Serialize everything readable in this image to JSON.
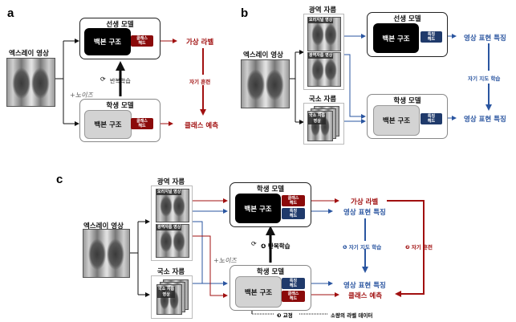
{
  "panels": {
    "a": {
      "letter": "a",
      "input_label": "엑스레이 영상",
      "teacher": {
        "title": "선생 모델",
        "backbone": "백본 구조",
        "head": "클래스\n헤드"
      },
      "student": {
        "title": "학생 모델",
        "backbone": "백본 구조",
        "head": "클래스\n헤드"
      },
      "noise_label": "+노이즈",
      "iterate_label": "반복학습",
      "pseudo_label": "가상 라벨",
      "self_training": "자기 훈련",
      "class_prediction": "클래스 예측"
    },
    "b": {
      "letter": "b",
      "input_label": "엑스레이 영상",
      "global_crop_title": "광역 자름",
      "original_tag": "오리지널 영상",
      "global_tag": "광역자름 영상",
      "local_crop_title": "국소 자름",
      "local_tag": "국소 자름\n영상",
      "teacher": {
        "title": "선생 모델",
        "backbone": "백본 구조",
        "head": "특징\n헤드"
      },
      "student": {
        "title": "학생 모델",
        "backbone": "백본 구조",
        "head": "특징\n헤드"
      },
      "feature_top": "영상 표현 특징",
      "feature_bottom": "영상 표현 특징",
      "self_supervised": "자기 지도 학습"
    },
    "c": {
      "letter": "c",
      "input_label": "엑스레이 영상",
      "global_crop_title": "광역 자름",
      "original_tag": "오리지널 영상",
      "global_tag": "광역자름 영상",
      "local_crop_title": "국소 자름",
      "local_tag": "국소 자름\n영상",
      "top_model": {
        "title": "학생 모델",
        "backbone": "백본 구조",
        "head_cls": "클래스\n헤드",
        "head_feat": "특징\n헤드"
      },
      "bottom_model": {
        "title": "학생 모델",
        "backbone": "백본 구조",
        "head_feat": "특징\n헤드",
        "head_cls": "클래스\n헤드"
      },
      "noise_label": "+노이즈",
      "iterate_label": "❹ 반복학습",
      "pseudo_label": "가상 라벨",
      "feature_top": "영상 표현 특징",
      "self_supervised": "❶ 자기 지도 학습",
      "self_training": "❷ 자기 훈련",
      "feature_bottom": "영상 표현 특징",
      "class_prediction": "클래스 예측",
      "finetune": "❸ 교정",
      "labeled_data": "소량의 라벨 데이터"
    }
  },
  "colors": {
    "red": "#a11010",
    "blue": "#2a55a0",
    "black": "#000000",
    "gray_backbone": "#d3d3d3"
  }
}
